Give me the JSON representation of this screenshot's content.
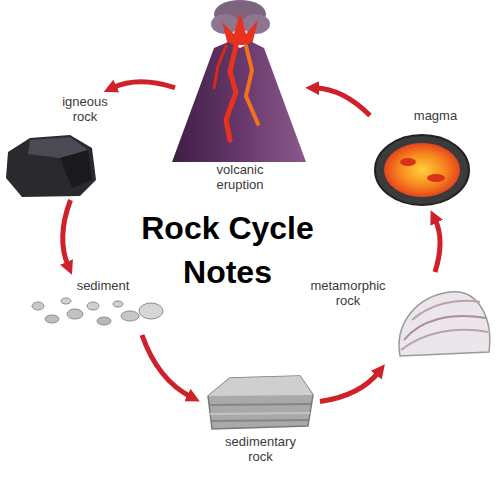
{
  "diagram": {
    "title": "Rock Cycle Notes",
    "nodes": [
      {
        "text": [
          "igneous rock"
        ]
      },
      {
        "text": [
          "volcanic eruption"
        ]
      },
      {
        "text": [
          "magma"
        ]
      },
      {
        "text": [
          "sediment"
        ]
      },
      {
        "text": [
          "metamorphic rock"
        ]
      },
      {
        "text": [
          "sedimentary rock"
        ]
      }
    ],
    "edges": [
      {
        "from": 1,
        "to": 0,
        "arrow": "to"
      },
      {
        "from": 0,
        "to": 3,
        "arrow": "to"
      },
      {
        "from": 3,
        "to": 5,
        "arrow": "to"
      },
      {
        "from": 5,
        "to": 4,
        "arrow": "to"
      },
      {
        "from": 4,
        "to": 2,
        "arrow": "to"
      },
      {
        "from": 2,
        "to": 1,
        "arrow": "to"
      }
    ]
  }
}
